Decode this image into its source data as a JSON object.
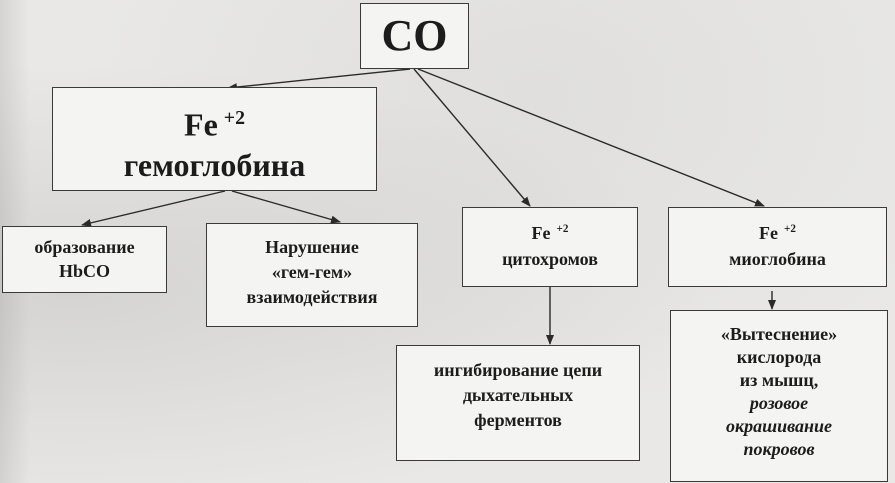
{
  "co": {
    "label": "CO"
  },
  "hemoglobin": {
    "fe": "Fe",
    "charge": "+2",
    "name": "гемоглобина"
  },
  "hbco": {
    "line1": "образование",
    "line2": "HbCO"
  },
  "heme_interaction": {
    "line1": "Нарушение",
    "line2": "«гем-гем»",
    "line3": "взаимодействия"
  },
  "cytochromes": {
    "fe": "Fe",
    "charge": "+2",
    "name": "цитохромов"
  },
  "myoglobin": {
    "fe": "Fe",
    "charge": "+2",
    "name": "миоглобина"
  },
  "inhibition": {
    "line1": "ингибирование цепи",
    "line2": "дыхательных",
    "line3": "ферментов"
  },
  "displacement": {
    "line1": "«Вытеснение»",
    "line2": "кислорода",
    "line3": "из мышц,",
    "line4": "розовое",
    "line5": "окрашивание",
    "line6": "покровов"
  }
}
